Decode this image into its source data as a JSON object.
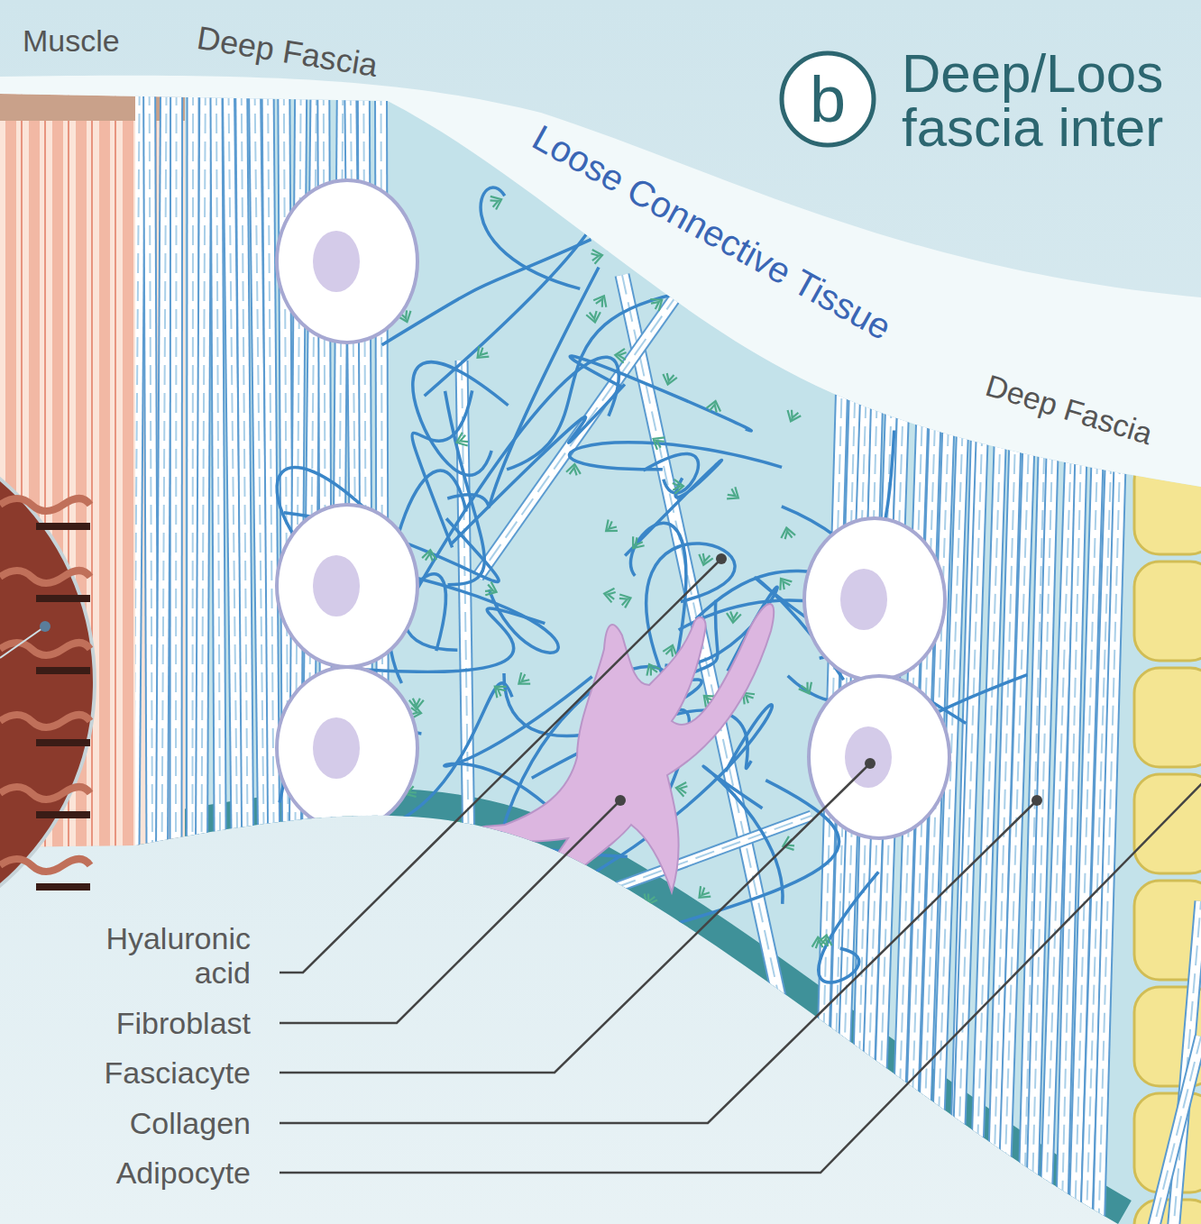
{
  "diagram": {
    "title": "Deep/Loos fascia inter",
    "nodes": [
      {
        "text": [
          "b"
        ]
      }
    ],
    "labels": [
      "Muscle",
      "Deep Fascia",
      "Loose Connective Tissue",
      "Deep Fascia",
      "Hyaluronic acid",
      "Fibroblast",
      "Fasciacyte",
      "Collagen",
      "Adipocyte"
    ]
  }
}
